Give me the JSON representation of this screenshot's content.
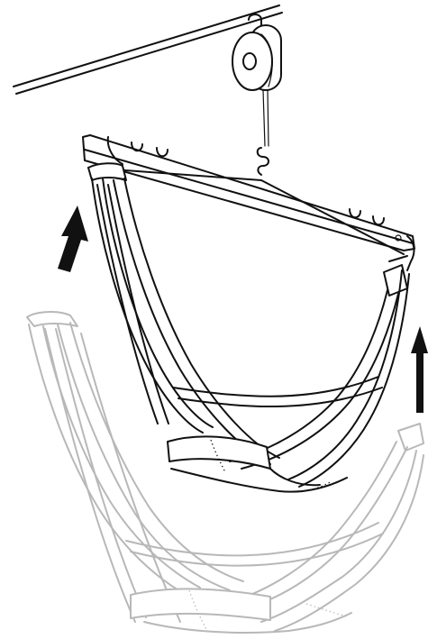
{
  "figure": {
    "colors": {
      "ink": "#111111",
      "ghost": "#b8b8b8",
      "background": "#ffffff"
    },
    "arrows": [
      {
        "name": "left-lift-arrow",
        "direction": "up"
      },
      {
        "name": "right-lift-arrow",
        "direction": "up"
      }
    ]
  }
}
